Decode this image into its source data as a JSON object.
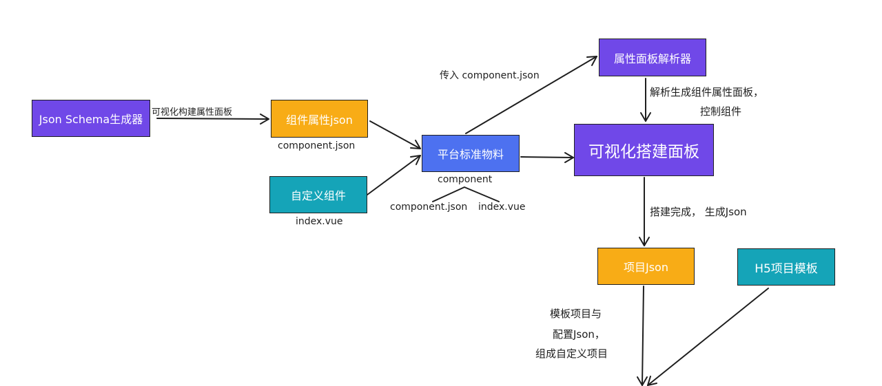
{
  "nodes": {
    "schema_generator": "Json Schema生成器",
    "component_props": "组件属性json",
    "custom_component": "自定义组件",
    "platform_material": "平台标准物料",
    "prop_panel_parser": "属性面板解析器",
    "visual_builder": "可视化搭建面板",
    "project_json": "项目Json",
    "h5_template": "H5项目模板"
  },
  "labels": {
    "visual_build_props": "可视化构建属性面板",
    "component_json_below": "component.json",
    "index_vue_below": "index.vue",
    "pass_component_json": "传入 component.json",
    "component": "component",
    "component_json_branch": "component.json",
    "index_vue_branch": "index.vue",
    "parse_line1": "解析生成组件属性面板，",
    "parse_line2": "控制组件",
    "build_done": "搭建完成， 生成Json",
    "compose_line1": "模板项目与",
    "compose_line2": "配置Json，",
    "compose_line3": "组成自定义项目"
  },
  "colors": {
    "purple": "#7048e8",
    "orange": "#f8ac16",
    "teal": "#15a4b8",
    "blue": "#4d71f0",
    "stroke": "#1e1e1e"
  }
}
